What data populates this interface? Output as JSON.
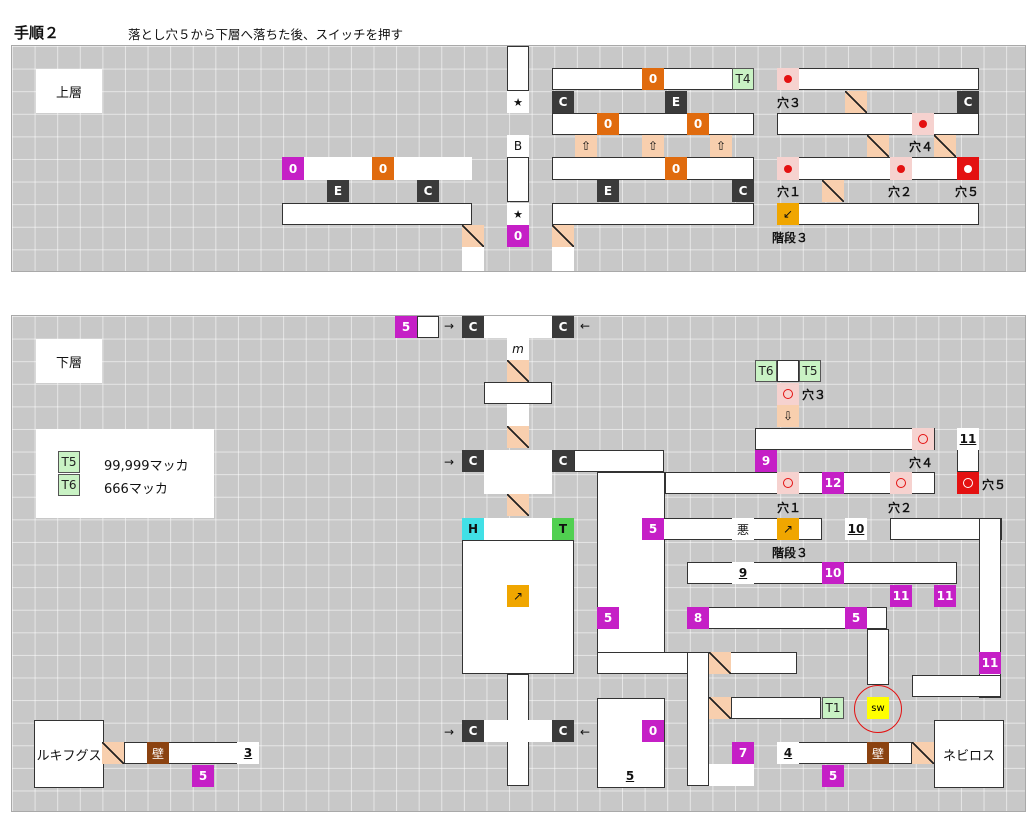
{
  "header": {
    "title": "手順２",
    "instruction": "落とし穴５から下層へ落ちた後、スイッチを押す"
  },
  "upper": {
    "label": "上層",
    "tiles": {
      "zero": "0",
      "t4": "T4",
      "c": "C",
      "e": "E",
      "star": "★",
      "b": "B",
      "up_arrow": "⇧",
      "down_left_arrow": "↙"
    },
    "labels": {
      "hole3": "穴３",
      "hole4": "穴４",
      "hole1": "穴１",
      "hole2": "穴２",
      "hole5": "穴５",
      "stairs3": "階段３"
    }
  },
  "lower": {
    "label": "下層",
    "legend": {
      "t5_tag": "T5",
      "t5_text": "99,999マッカ",
      "t6_tag": "T6",
      "t6_text": "666マッカ"
    },
    "tiles": {
      "five": "5",
      "c": "C",
      "m": "m",
      "t6": "T6",
      "t5": "T5",
      "down_arrow": "⇩",
      "nine": "9",
      "eleven": "11",
      "twelve": "12",
      "ten": "10",
      "eight": "8",
      "seven": "7",
      "four": "4",
      "three": "3",
      "zero": "0",
      "t1": "T1",
      "h": "H",
      "t": "T",
      "aku": "悪",
      "up_right_arrow": "↗",
      "wall": "壁",
      "sw": "sw",
      "arrow_right": "→",
      "arrow_left": "←"
    },
    "labels": {
      "hole3": "穴３",
      "hole4": "穴４",
      "hole1": "穴１",
      "hole2": "穴２",
      "hole5": "穴５",
      "stairs3": "階段３",
      "rukifugusu": "ルキフグス",
      "nebirosu": "ネビロス"
    }
  },
  "colors": {
    "magenta": "#c51fc6",
    "orange": "#e06b0e",
    "dark": "#3a3a3a",
    "grid": "#c8c8c8",
    "red": "#e41111",
    "switch": "#ffff00"
  }
}
